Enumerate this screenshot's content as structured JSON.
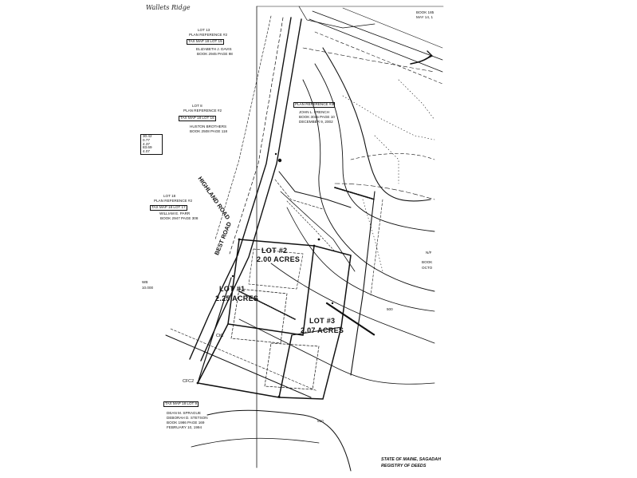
{
  "document": {
    "handwritten_title": "Wallets Ridge",
    "lot_labels": {
      "lot1_name": "LOT #1",
      "lot1_area": "2.25 ACRES",
      "lot2_name": "LOT #2",
      "lot2_area": "2.00 ACRES",
      "lot3_name": "LOT #3",
      "lot3_area": "2.07 ACRES"
    },
    "roads": {
      "highland_road": "HIGHLAND ROAD",
      "best_road": "BEST ROAD"
    },
    "soil_codes": [
      "CtC",
      "CFC2"
    ],
    "contour_labels": [
      "500",
      "510"
    ],
    "abutters": [
      {
        "lot": "LOT 13",
        "ref": "PLAN REFERENCE #2",
        "owner": "ELIZABETH J. DAVIS",
        "book": "BOOK 2945 PAGE 98"
      },
      {
        "lot": "LOT 8",
        "ref": "PLAN REFERENCE #2",
        "owner": "HUSTON BROTHERS",
        "book": "BOOK 2508 PAGE 118"
      },
      {
        "lot": "LOT 18",
        "ref": "PLAN REFERENCE #2",
        "owner": "WILLIAM E. PARR",
        "book": "BOOK 2947 PAGE 308"
      },
      {
        "lot": "",
        "ref": "PLAN REFERENCE #3",
        "owner": "JOHN L. FRENCH",
        "book": "BOOK 3045 PAGE 10",
        "date": "DECEMBER 9, 2002"
      },
      {
        "lot": "",
        "ref": "",
        "owner": "DEAN M. SPRAGUE",
        "owner2": "DEBORAH D. STETSON",
        "book": "BOOK 1986 PAGE 169",
        "date": "FEBRUARY 10, 1994"
      }
    ],
    "tax_map_tags": [
      "TAX MAP 18 LOT 15",
      "TAX MAP 18 LOT 16",
      "TAX MAP 18 LOT 17",
      "TAX MAP 18 LOT 9"
    ],
    "right_edge_fragments": [
      "BOOK 185",
      "MAY 14, 1",
      "N/F",
      "BOOK",
      "OCTO"
    ],
    "left_table": [
      "30.42",
      "0.77",
      "4.37",
      "83.69",
      "4.07"
    ],
    "left_fragments": [
      "WB",
      "10.000"
    ],
    "stamp": {
      "line1": "STATE OF MAINE, SAGADAH",
      "line2": "REGISTRY OF DEEDS"
    }
  }
}
